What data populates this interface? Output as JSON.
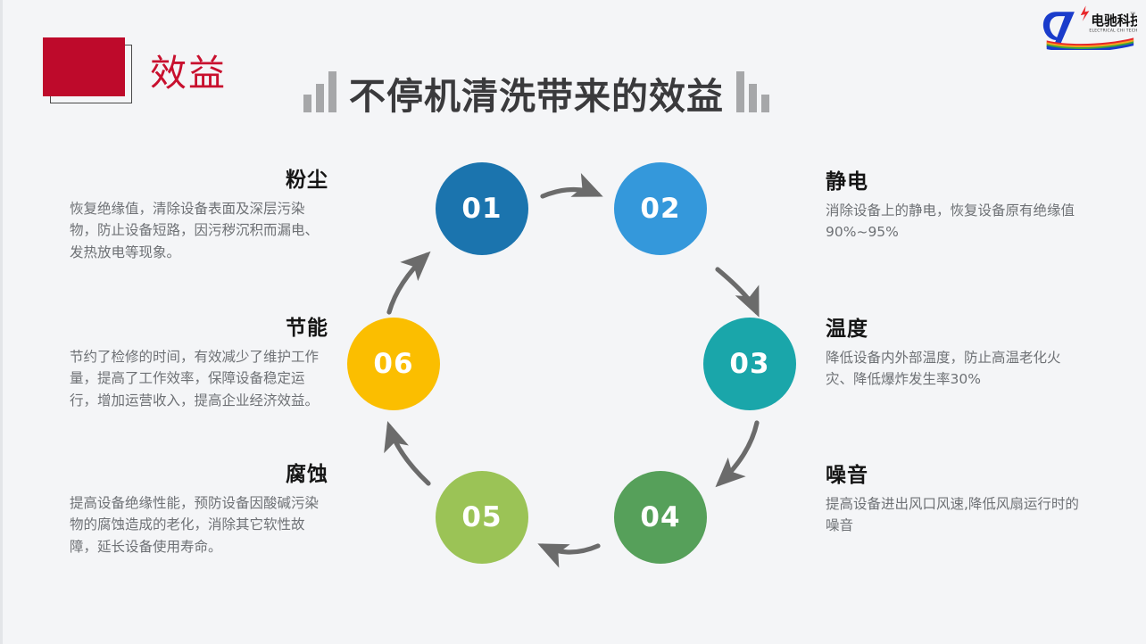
{
  "header": {
    "badge_label": "效益",
    "title": "不停机清洗带来的效益",
    "badge_color": "#be0a2b",
    "badge_text_color": "#c8102e",
    "title_color": "#3a3a3c",
    "decor_bar_color": "#a6a7a9"
  },
  "logo": {
    "name": "电驰科技",
    "tagline": "ELECTRICAL CHI TECHNOLOGY",
    "trademark": "TM",
    "primary_color": "#1a3ccb",
    "accent_color": "#e8262a"
  },
  "background_color": "#f4f5f7",
  "arrow_color": "#6b6b6b",
  "blocks": {
    "left": [
      {
        "heading": "粉尘",
        "body": "恢复绝缘值，清除设备表面及深层污染物，防止设备短路，因污秽沉积而漏电、发热放电等现象。"
      },
      {
        "heading": "节能",
        "body": "节约了检修的时间，有效减少了维护工作量，提高了工作效率，保障设备稳定运行，增加运营收入，提高企业经济效益。"
      },
      {
        "heading": "腐蚀",
        "body": "提高设备绝缘性能，预防设备因酸碱污染物的腐蚀造成的老化，消除其它软性故障，延长设备使用寿命。"
      }
    ],
    "right": [
      {
        "heading": "静电",
        "body": "消除设备上的静电，恢复设备原有绝缘值90%~95%"
      },
      {
        "heading": "温度",
        "body": "降低设备内外部温度，防止高温老化火灾、降低爆炸发生率30%"
      },
      {
        "heading": "噪音",
        "body": "提高设备进出风口风速,降低风扇运行时的噪音"
      }
    ]
  },
  "cycle": {
    "nodes": [
      {
        "number": "01",
        "color": "#1b74ae",
        "label": "粉尘"
      },
      {
        "number": "02",
        "color": "#3498db",
        "label": "静电"
      },
      {
        "number": "03",
        "color": "#1aa6aa",
        "label": "温度"
      },
      {
        "number": "04",
        "color": "#56a05a",
        "label": "噪音"
      },
      {
        "number": "05",
        "color": "#9bc356",
        "label": "腐蚀"
      },
      {
        "number": "06",
        "color": "#fbbe00",
        "label": "节能"
      }
    ]
  }
}
